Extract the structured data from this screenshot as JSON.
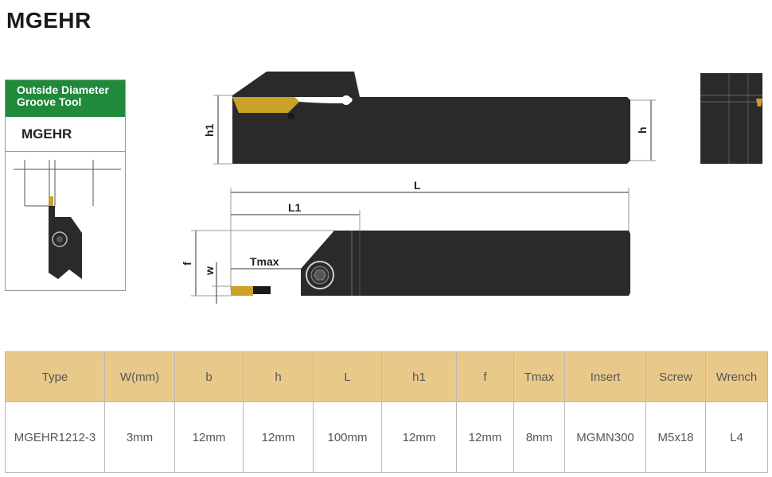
{
  "title": "MGEHR",
  "card": {
    "header_line1": "Outside Diameter",
    "header_line2": "Groove Tool",
    "model": "MGEHR"
  },
  "drawing_labels": {
    "h1": "h1",
    "h": "h",
    "L": "L",
    "L1": "L1",
    "f": "f",
    "w": "w",
    "Tmax": "Tmax"
  },
  "colors": {
    "header_green": "#1f8a3a",
    "table_header": "#e9c98a",
    "tool_body": "#2a2a2a",
    "insert_gold": "#c9a227"
  },
  "table": {
    "headers": [
      "Type",
      "W(mm)",
      "b",
      "h",
      "L",
      "h1",
      "f",
      "Tmax",
      "Insert",
      "Screw",
      "Wrench"
    ],
    "rows": [
      [
        "MGEHR1212-3",
        "3mm",
        "12mm",
        "12mm",
        "100mm",
        "12mm",
        "12mm",
        "8mm",
        "MGMN300",
        "M5x18",
        "L4"
      ]
    ]
  }
}
